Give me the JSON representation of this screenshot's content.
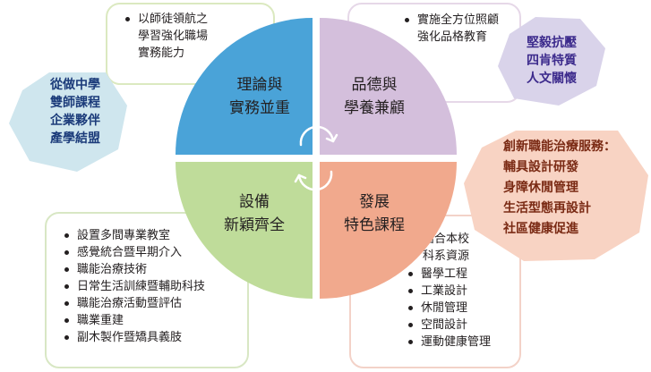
{
  "quadrants": {
    "top_left": {
      "line1": "理論與",
      "line2": "實務並重",
      "color": "#4aa3d8"
    },
    "top_right": {
      "line1": "品德與",
      "line2": "學養兼顧",
      "color": "#d4bfdc"
    },
    "bottom_left": {
      "line1": "設備",
      "line2": "新穎齊全",
      "color": "#bfdc9a"
    },
    "bottom_right": {
      "line1": "發展",
      "line2": "特色課程",
      "color": "#f1a98d"
    }
  },
  "boxes": {
    "top_left": {
      "items": [
        "以師徒領航之",
        "學習強化職場",
        "實務能力"
      ]
    },
    "top_right": {
      "items": [
        "實施全方位照顧",
        "強化品格教育"
      ]
    },
    "bottom_left": {
      "items": [
        "設置多間專業教室",
        "感覺統合暨早期介入",
        "職能治療技術",
        "日常生活訓練暨輔助科技",
        "職能治療活動暨評估",
        "職業重建",
        "副木製作暨矯具義肢"
      ]
    },
    "bottom_right": {
      "heading1": "結合本校",
      "heading2": "科系資源",
      "items": [
        "醫學工程",
        "工業設計",
        "休閒管理",
        "空間設計",
        "運動健康管理"
      ]
    }
  },
  "polygons": {
    "left": {
      "lines": [
        "從做中學",
        "雙師課程",
        "企業夥伴",
        "產學結盟"
      ],
      "fill": "#cfe6ee"
    },
    "top_right": {
      "lines": [
        "堅毅抗壓",
        "四肯特質",
        "人文關懷"
      ],
      "fill": "#d9d3ea"
    },
    "right": {
      "lines": [
        "創新職能治療服務：",
        "輔具設計研發",
        "身障休閒管理",
        "生活型態再設計",
        "社區健康促進"
      ],
      "fill": "#f8d3c3"
    }
  }
}
